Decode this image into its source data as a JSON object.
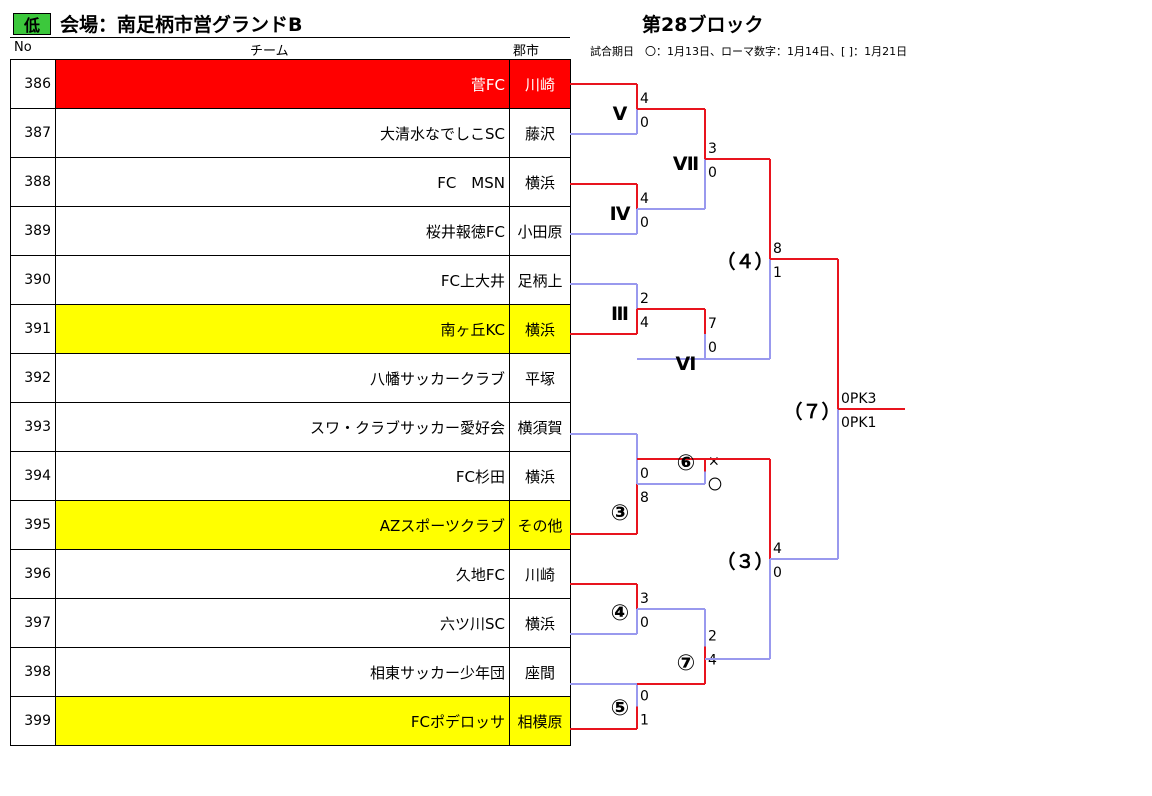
{
  "header": {
    "level": "低",
    "venue": "会場：南足柄市営グランドB",
    "block": "第28ブロック",
    "date_note": "試合期日　〇：1月13日、ローマ数字：1月14日、[ ]：1月21日"
  },
  "columns": {
    "no": "No",
    "team": "チーム",
    "city": "郡市"
  },
  "teams": [
    {
      "no": "386",
      "name": "菅FC",
      "city": "川崎",
      "highlight": "red"
    },
    {
      "no": "387",
      "name": "大清水なでしこSC",
      "city": "藤沢",
      "highlight": ""
    },
    {
      "no": "388",
      "name": "FC　MSN",
      "city": "横浜",
      "highlight": ""
    },
    {
      "no": "389",
      "name": "桜井報徳FC",
      "city": "小田原",
      "highlight": ""
    },
    {
      "no": "390",
      "name": "FC上大井",
      "city": "足柄上",
      "highlight": ""
    },
    {
      "no": "391",
      "name": "南ヶ丘KC",
      "city": "横浜",
      "highlight": "yellow"
    },
    {
      "no": "392",
      "name": "八幡サッカークラブ",
      "city": "平塚",
      "highlight": ""
    },
    {
      "no": "393",
      "name": "スワ・クラブサッカー愛好会",
      "city": "横須賀",
      "highlight": ""
    },
    {
      "no": "394",
      "name": "FC杉田",
      "city": "横浜",
      "highlight": ""
    },
    {
      "no": "395",
      "name": "AZスポーツクラブ",
      "city": "その他",
      "highlight": "yellow"
    },
    {
      "no": "396",
      "name": "久地FC",
      "city": "川崎",
      "highlight": ""
    },
    {
      "no": "397",
      "name": "六ツ川SC",
      "city": "横浜",
      "highlight": ""
    },
    {
      "no": "398",
      "name": "相東サッカー少年団",
      "city": "座間",
      "highlight": ""
    },
    {
      "no": "399",
      "name": "FCポデロッサ",
      "city": "相模原",
      "highlight": "yellow"
    }
  ],
  "matches": [
    {
      "label": "Ⅴ",
      "score_top": "4",
      "score_bottom": "0",
      "winner": "top"
    },
    {
      "label": "Ⅳ",
      "score_top": "4",
      "score_bottom": "0",
      "winner": "top"
    },
    {
      "label": "Ⅲ",
      "score_top": "2",
      "score_bottom": "4",
      "winner": "bottom"
    },
    {
      "label": "③",
      "score_top": "0",
      "score_bottom": "8",
      "winner": "bottom"
    },
    {
      "label": "④",
      "score_top": "3",
      "score_bottom": "0",
      "winner": "top"
    },
    {
      "label": "⑤",
      "score_top": "0",
      "score_bottom": "1",
      "winner": "bottom"
    },
    {
      "label": "Ⅶ",
      "score_top": "3",
      "score_bottom": "0",
      "winner": "top"
    },
    {
      "label": "Ⅵ",
      "score_top": "7",
      "score_bottom": "0",
      "winner": "top"
    },
    {
      "label": "⑥",
      "score_top": "×",
      "score_bottom": "〇",
      "winner": "bottom"
    },
    {
      "label": "⑦",
      "score_top": "2",
      "score_bottom": "4",
      "winner": "bottom"
    },
    {
      "label": "（４）",
      "score_top": "8",
      "score_bottom": "1",
      "winner": "top"
    },
    {
      "label": "（３）",
      "score_top": "4",
      "score_bottom": "0",
      "winner": "top"
    },
    {
      "label": "（７）",
      "score_top": "0PK3",
      "score_bottom": "0PK1",
      "winner": "top"
    }
  ],
  "colors": {
    "win_line": "#e8141e",
    "lose_line": "#9999ee",
    "red_row": "#ff0000",
    "yellow_row": "#ffff00",
    "badge": "#3cc83c"
  }
}
